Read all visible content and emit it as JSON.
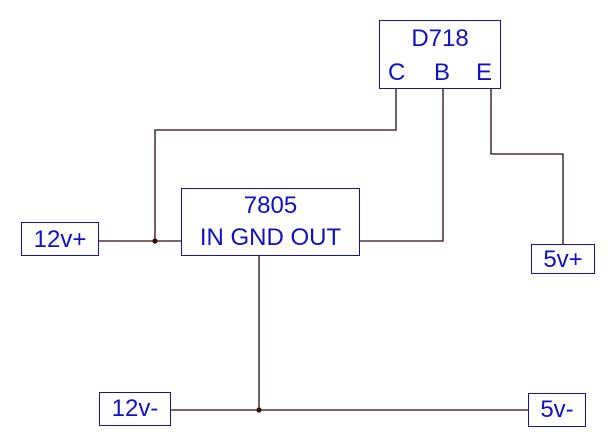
{
  "diagram": {
    "title": "",
    "components": {
      "transistor": {
        "name": "D718",
        "pins": [
          "C",
          "B",
          "E"
        ]
      },
      "regulator": {
        "name": "7805",
        "pins_label": "IN GND OUT"
      }
    },
    "terminals": {
      "in_positive": "12v+",
      "in_negative": "12v-",
      "out_positive": "5v+",
      "out_negative": "5v-"
    },
    "colors": {
      "component_text": "#1010c8",
      "component_border": "#1414a0",
      "wire": "#2a0a0a"
    },
    "connections": [
      {
        "from": "12v+",
        "to": "7805.IN"
      },
      {
        "from": "12v+",
        "to": "D718.C"
      },
      {
        "from": "7805.OUT",
        "to": "D718.B"
      },
      {
        "from": "D718.E",
        "to": "5v+"
      },
      {
        "from": "7805.GND",
        "to": "12v-"
      },
      {
        "from": "12v-",
        "to": "5v-"
      }
    ]
  }
}
